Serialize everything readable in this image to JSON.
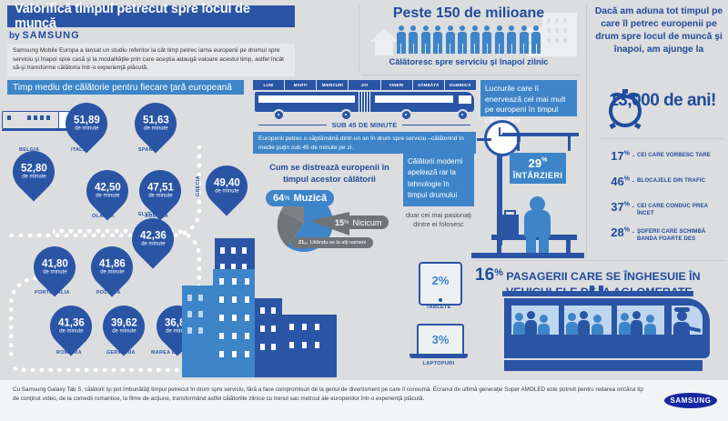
{
  "header": {
    "title": "Valorifică timpul petrecut spre locul de muncă",
    "by": "by",
    "brand": "SAMSUNG",
    "intro": "Samsung Mobile Europa a lansat un studiu referitor la cât timp petrec iarna europenii pe drumul spre serviciu şi înapoi spre casă şi la modalităţile prin care aceştia adaugă valoare acestui timp, astfel încât să-şi transforme călătoria într-o experienţă plăcută.",
    "subtitle": "Timp mediu de călătorie pentru fiecare ţară europeană"
  },
  "map": {
    "unit": "de minute",
    "countries": [
      {
        "name": "BELGIA",
        "value": "52,80"
      },
      {
        "name": "ITALIA",
        "value": "51,89"
      },
      {
        "name": "SPANIA",
        "value": "51,63"
      },
      {
        "name": "GRECIA",
        "value": "49,40"
      },
      {
        "name": "OLANDA",
        "value": "42,50"
      },
      {
        "name": "AUSTRIA",
        "value": "47,51"
      },
      {
        "name": "ELVETIA",
        "value": "42,36"
      },
      {
        "name": "PORTUGALIA",
        "value": "41,80"
      },
      {
        "name": "POLONIA",
        "value": "41,86"
      },
      {
        "name": "ROMANIA",
        "value": "41,36"
      },
      {
        "name": "GERMANIA",
        "value": "39,62"
      },
      {
        "name": "MAREA BRITANIE",
        "value": "36,88"
      }
    ]
  },
  "week": {
    "days": [
      "LUNI",
      "MARTI",
      "MIERCURI",
      "JOI",
      "VINERI",
      "SÂMBĂTĂ",
      "DUMINICĂ"
    ],
    "under45": "SUB 45 DE MINUTE",
    "note": "Europenii petrec o săptămână dintr-un an în drum spre serviciu –călătorind în medie puţin sub 45 de minute pe zi."
  },
  "fun": {
    "title": "Cum se distrează europenii în timpul acestor călătorii",
    "slices": [
      {
        "label": "Muzică",
        "pct": "64",
        "pct_symbol": "%",
        "color": "#3d85c8"
      },
      {
        "label": "Uitându-se la alţi oameni",
        "pct": "21",
        "pct_symbol": "%",
        "color": "#6f7478"
      },
      {
        "label": "Nicicum",
        "pct": "15",
        "pct_symbol": "%",
        "color": "#6f7478"
      }
    ]
  },
  "tech": {
    "headline": "Călătorii moderni apelează rar la tehnologie în timpul drumului",
    "sub": "doar cei mai pasionaţi dintre ei folosesc",
    "devices": [
      {
        "name": "TABLETE",
        "pct": "2%"
      },
      {
        "name": "LAPTOPURI",
        "pct": "3%"
      }
    ]
  },
  "commuters": {
    "title": "Peste 150 de milioane",
    "subtitle": "Călătoresc spre serviciu şi înapoi zilnic",
    "figure_count": 12
  },
  "annoyances": {
    "headline": "Lucrurile care îi enervează cel mai mult pe europeni în timpul călătoriilor",
    "sign_pct": "29",
    "sign_symbol": "%",
    "sign_label": "ÎNTÂRZIERI",
    "items": [
      {
        "pct": "17",
        "symbol": "%",
        "label": "CEI CARE VORBESC TARE"
      },
      {
        "pct": "46",
        "symbol": "%",
        "label": "BLOCAJELE DIN TRAFIC"
      },
      {
        "pct": "37",
        "symbol": "%",
        "label": "CEI CARE CONDUC PREA ÎNCET"
      },
      {
        "pct": "28",
        "symbol": "%",
        "label": "ŞOFERII CARE SCHIMBĂ BANDA FOARTE DES"
      }
    ]
  },
  "years": {
    "headline": "Dacă am aduna tot timpul pe care îl petrec europenii pe drum spre locul de muncă şi înapoi, am ajunge la",
    "value": "13,000 de ani!"
  },
  "crowding": {
    "pct": "16",
    "symbol": "%",
    "line1": "PASAGERII CARE SE ÎNGHESUIE ÎN",
    "line2": "VEHICULELE DEJA AGLOMERATE"
  },
  "footer": {
    "text": "Cu Samsung Galaxy Tab S, călătorii îşi pot îmbunătăţi timpul petrecut în drum spre serviciu, fără a face compromisuri de la genul de divertisment pe care îl consumă. Ecranul de ultimă generaţie Super AMOLED este potrivit pentru redarea oricărui tip de conţinut video, de la comedii romantice, la filme de acţiune, transformând astfel călătoriile zilnice cu trenul sau metroul ale europenilor într-o experienţă plăcută.",
    "logo": "SAMSUNG"
  },
  "colors": {
    "dark_blue": "#2a55a5",
    "text_blue": "#1f4b9b",
    "light_blue": "#3d85c8",
    "grey": "#6f7478",
    "background": "#dcdddf"
  }
}
